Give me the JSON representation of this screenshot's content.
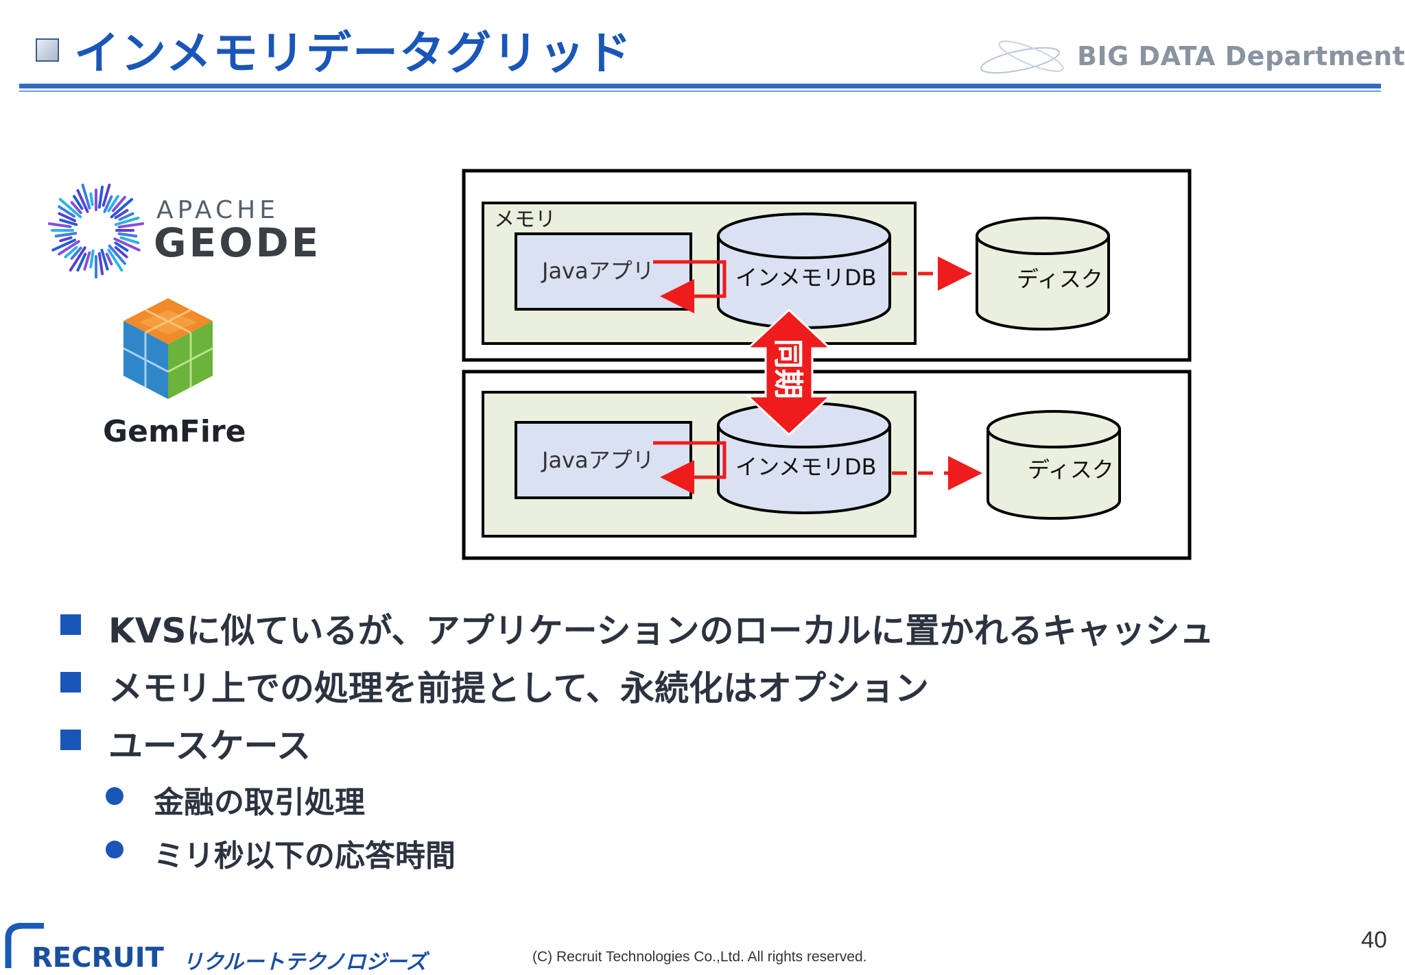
{
  "header": {
    "title": "インメモリデータグリッド",
    "department": "BIG DATA Department"
  },
  "logos": {
    "geode_apache": "APACHE",
    "geode_name": "GEODE",
    "gemfire_name": "GemFire"
  },
  "diagram": {
    "memory_label": "メモリ",
    "app_label": "Javaアプリ",
    "db_label": "インメモリDB",
    "disk_label": "ディスク",
    "sync_label": "同期",
    "colors": {
      "box_fill": "#ebefdd",
      "app_fill": "#d9e1f2",
      "db_fill": "#d9e1f2",
      "disk_fill": "#ebefdd",
      "arrow_red": "#ee1c1c"
    }
  },
  "bullets": [
    "KVSに似ているが、アプリケーションのローカルに置かれるキャッシュ",
    "メモリ上での処理を前提として、永続化はオプション",
    "ユースケース"
  ],
  "sub_bullets": [
    "金融の取引処理",
    "ミリ秒以下の応答時間"
  ],
  "footer": {
    "logo_text": "RECRUIT",
    "company_kana": "リクルートテクノロジーズ",
    "copyright": "(C) Recruit Technologies Co.,Ltd. All rights reserved.",
    "page_number": "40"
  },
  "theme": {
    "accent": "#1a56b8",
    "text": "#2c3340"
  }
}
